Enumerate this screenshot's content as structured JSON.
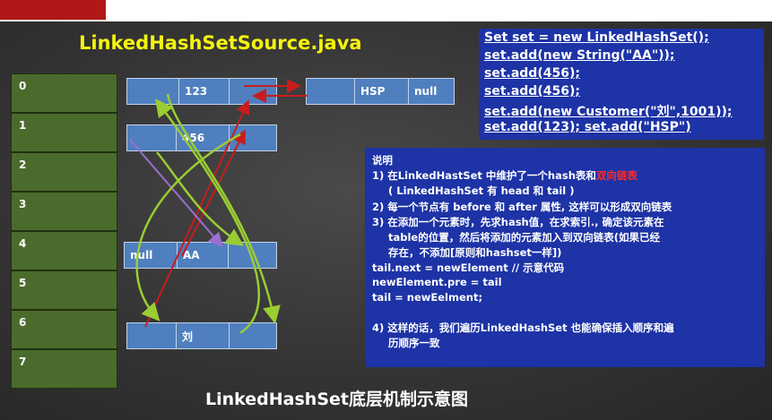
{
  "title": "LinkedHashSetSource.java",
  "table_indices": [
    "0",
    "1",
    "2",
    "3",
    "4",
    "5",
    "6",
    "7"
  ],
  "nodes": {
    "n123": [
      "",
      "123",
      ""
    ],
    "hsp": [
      "",
      "HSP",
      "null"
    ],
    "n456": [
      "",
      "456",
      ""
    ],
    "aa": [
      "null",
      "AA",
      ""
    ],
    "liu": [
      "",
      "刘",
      ""
    ]
  },
  "code_lines": [
    "Set set = new LinkedHashSet();",
    "set.add(new String(\"AA\"));",
    "set.add(456);",
    "set.add(456);",
    "set.add(new Customer(\"刘\",1001));",
    "set.add(123); set.add(\"HSP\")"
  ],
  "notes": {
    "heading": "说明",
    "p1_before": "1) 在LinkedHastSet 中维护了一个hash表和",
    "p1_red": "双向链表",
    "p1_sub": "( LinkedHashSet 有 head 和 tail )",
    "p2": "2) 每一个节点有 before 和 after 属性, 这样可以形成双向链表",
    "p3_a": "3) 在添加一个元素时，先求hash值，在求索引., 确定该元素在",
    "p3_b": "table的位置，然后将添加的元素加入到双向链表(如果已经",
    "p3_c": "存在，不添加[原则和hashset一样])",
    "c1": "tail.next = newElement // 示意代码",
    "c2": "newElement.pre = tail",
    "c3": "tail = newEelment;",
    "p4_a": "4) 这样的话，我们遍历LinkedHashSet 也能确保插入顺序和遍",
    "p4_b": "历顺序一致"
  },
  "caption": "LinkedHashSet底层机制示意图",
  "colors": {
    "title_yellow": "#f4f40e",
    "panel_blue": "#1d33a6",
    "node_blue": "#4f7fbf",
    "slot_green": "#4b6b2c",
    "arrow_red": "#c81d1d",
    "arrow_green": "#9acd32",
    "arrow_purple": "#9b6fd0",
    "highlight_red": "#ff2a2a"
  }
}
